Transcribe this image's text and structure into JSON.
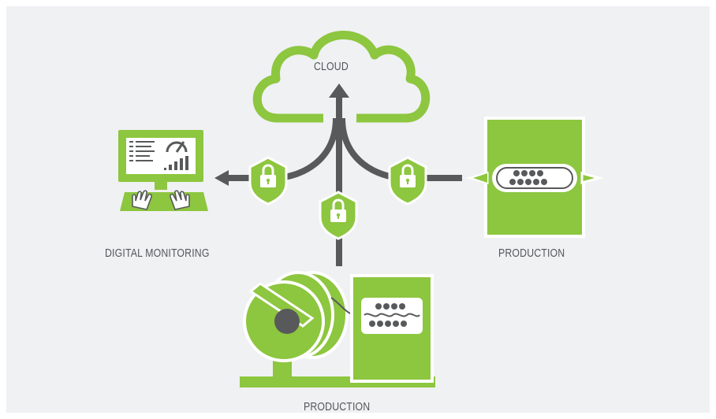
{
  "labels": {
    "cloud": "CLOUD",
    "digital_monitoring": "DIGITAL MONITORING",
    "production_right": "PRODUCTION",
    "production_bottom": "PRODUCTION"
  },
  "icons": {
    "cloud": "cloud-icon",
    "monitor": "monitor-dashboard-icon",
    "lock": "padlock-shield-icon",
    "machine_right": "production-machine-icon",
    "machine_bottom": "cable-reel-machine-icon"
  },
  "colors": {
    "accent_green": "#8dc63f",
    "arrow_gray": "#58595b",
    "background": "#f0f1f3"
  }
}
